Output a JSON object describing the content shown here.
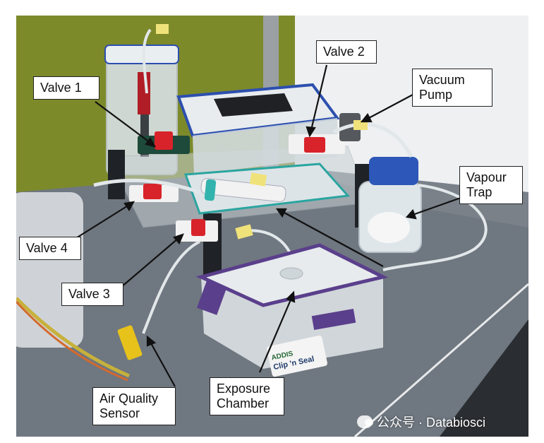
{
  "labels": {
    "valve_1": "Valve 1",
    "valve_2": "Valve 2",
    "valve_3": "Valve 3",
    "valve_4": "Valve 4",
    "vacuum_pump": "Vacuum\nPump",
    "vapour_trap": "Vapour\nTrap",
    "air_quality_sensor": "Air Quality\nSensor",
    "exposure_chamber": "Exposure\nChamber"
  },
  "product_text": {
    "brand": "ADDIS",
    "product": "Clip 'n Seal"
  },
  "watermark": {
    "text": "公众号 · Databiosci"
  },
  "colors": {
    "wall_green": "#7d8a2a",
    "desk_grey": "#6f7780",
    "valve_red": "#d8232a",
    "lid_blue": "#2c4fae",
    "lid_purple": "#5a3f8c",
    "cap_blue": "#2d57b8"
  }
}
